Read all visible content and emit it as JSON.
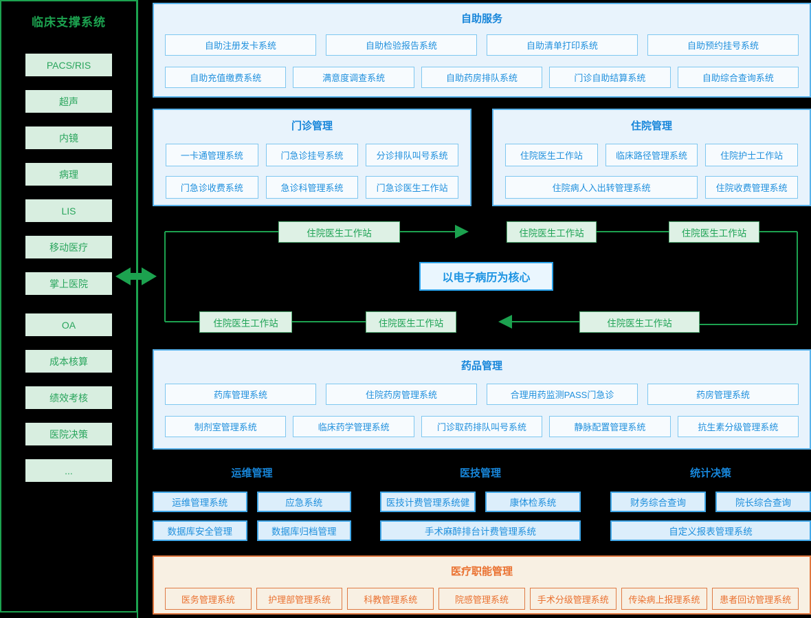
{
  "sidebar": {
    "title": "临床支撑系统",
    "items": [
      "PACS/RIS",
      "超声",
      "内镜",
      "病理",
      "LIS",
      "移动医疗",
      "掌上医院",
      "OA",
      "成本核算",
      "绩效考核",
      "医院决策",
      "..."
    ]
  },
  "self_service": {
    "title": "自助服务",
    "row1": [
      "自助注册发卡系统",
      "自助检验报告系统",
      "自助清单打印系统",
      "自助预约挂号系统"
    ],
    "row2": [
      "自助充值缴费系统",
      "满意度调查系统",
      "自助药房排队系统",
      "门诊自助结算系统",
      "自助综合查询系统"
    ]
  },
  "outpatient": {
    "title": "门诊管理",
    "row1": [
      "一卡通管理系统",
      "门急诊挂号系统",
      "分诊排队叫号系统"
    ],
    "row2": [
      "门急诊收费系统",
      "急诊科管理系统",
      "门急诊医生工作站"
    ]
  },
  "inpatient": {
    "title": "住院管理",
    "row1": [
      "住院医生工作站",
      "临床路径管理系统",
      "住院护士工作站"
    ],
    "row2_wide": "住院病人入出转管理系统",
    "row2_item": "住院收费管理系统"
  },
  "emr": {
    "center": "以电子病历为核心",
    "nodes": [
      "住院医生工作站",
      "住院医生工作站",
      "住院医生工作站",
      "住院医生工作站",
      "住院医生工作站",
      "住院医生工作站"
    ]
  },
  "pharmacy": {
    "title": "药品管理",
    "row1": [
      "药库管理系统",
      "住院药房管理系统",
      "合理用药监测PASS门急诊",
      "药房管理系统"
    ],
    "row2": [
      "制剂室管理系统",
      "临床药学管理系统",
      "门诊取药排队叫号系统",
      "静脉配置管理系统",
      "抗生素分级管理系统"
    ]
  },
  "ops": {
    "col1": {
      "title": "运维管理",
      "row1": [
        "运维管理系统",
        "应急系统"
      ],
      "row2": [
        "数据库安全管理",
        "数据库归档管理"
      ]
    },
    "col2": {
      "title": "医技管理",
      "row1": [
        "医技计费管理系统健",
        "康体检系统"
      ],
      "row2_wide": "手术麻醉排台计费管理系统"
    },
    "col3": {
      "title": "统计决策",
      "row1": [
        "财务综合查询",
        "院长综合查询"
      ],
      "row2_wide": "自定义报表管理系统"
    }
  },
  "admin": {
    "title": "医疗职能管理",
    "items": [
      "医务管理系统",
      "护理部管理系统",
      "科教管理系统",
      "院感管理系统",
      "手术分级管理系统",
      "传染病上报理系统",
      "患者回访管理系统"
    ]
  },
  "colors": {
    "background": "#000000",
    "green_accent": "#1ca24f",
    "green_box_bg": "#def1e5",
    "blue_title": "#1786da",
    "blue_section_bg": "#e8f3fc",
    "blue_section_border": "#57b1ea",
    "orange_accent": "#ea7130",
    "orange_section_bg": "#f8f0e3"
  }
}
